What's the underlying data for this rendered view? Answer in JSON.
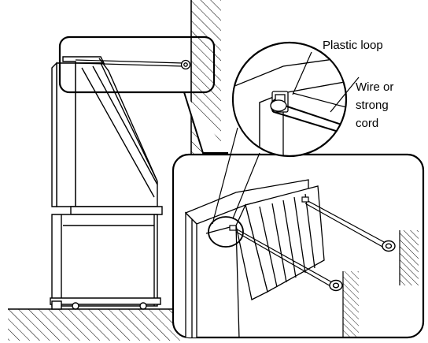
{
  "labels": {
    "plastic_loop": "Plastic loop",
    "wire_line1": "Wire or",
    "wire_line2": "strong",
    "wire_line3": "cord"
  },
  "colors": {
    "ink": "#000000",
    "paper": "#ffffff"
  }
}
